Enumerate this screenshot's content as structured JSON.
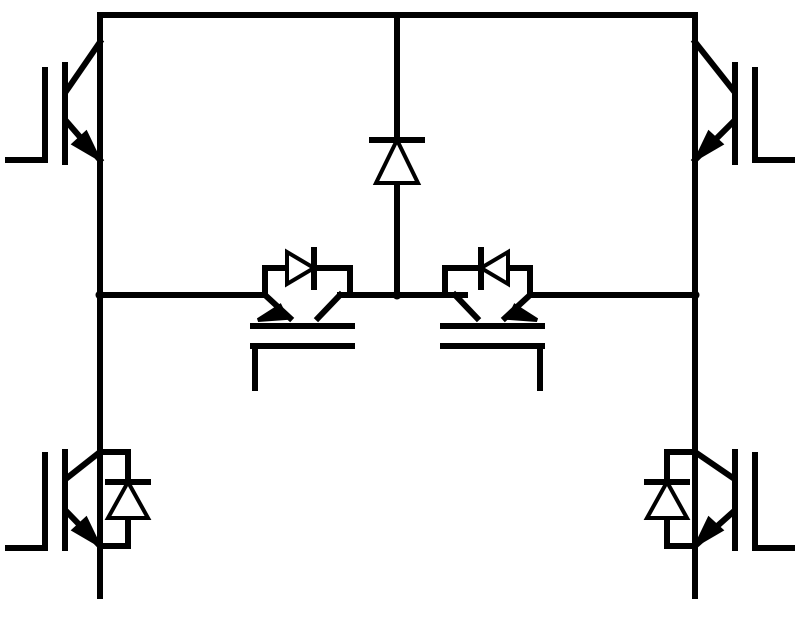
{
  "diagram": {
    "type": "circuit-schematic",
    "background_color": "#ffffff",
    "line_color": "#000000",
    "components": [
      {
        "kind": "igbt",
        "position": "top-left"
      },
      {
        "kind": "igbt",
        "position": "top-right"
      },
      {
        "kind": "igbt-with-antiparallel-diode",
        "position": "bottom-left"
      },
      {
        "kind": "igbt-with-antiparallel-diode",
        "position": "bottom-right"
      },
      {
        "kind": "igbt-with-antiparallel-diode",
        "position": "center-left"
      },
      {
        "kind": "igbt-with-antiparallel-diode",
        "position": "center-right"
      },
      {
        "kind": "diode",
        "position": "center-top"
      }
    ],
    "labels": []
  }
}
